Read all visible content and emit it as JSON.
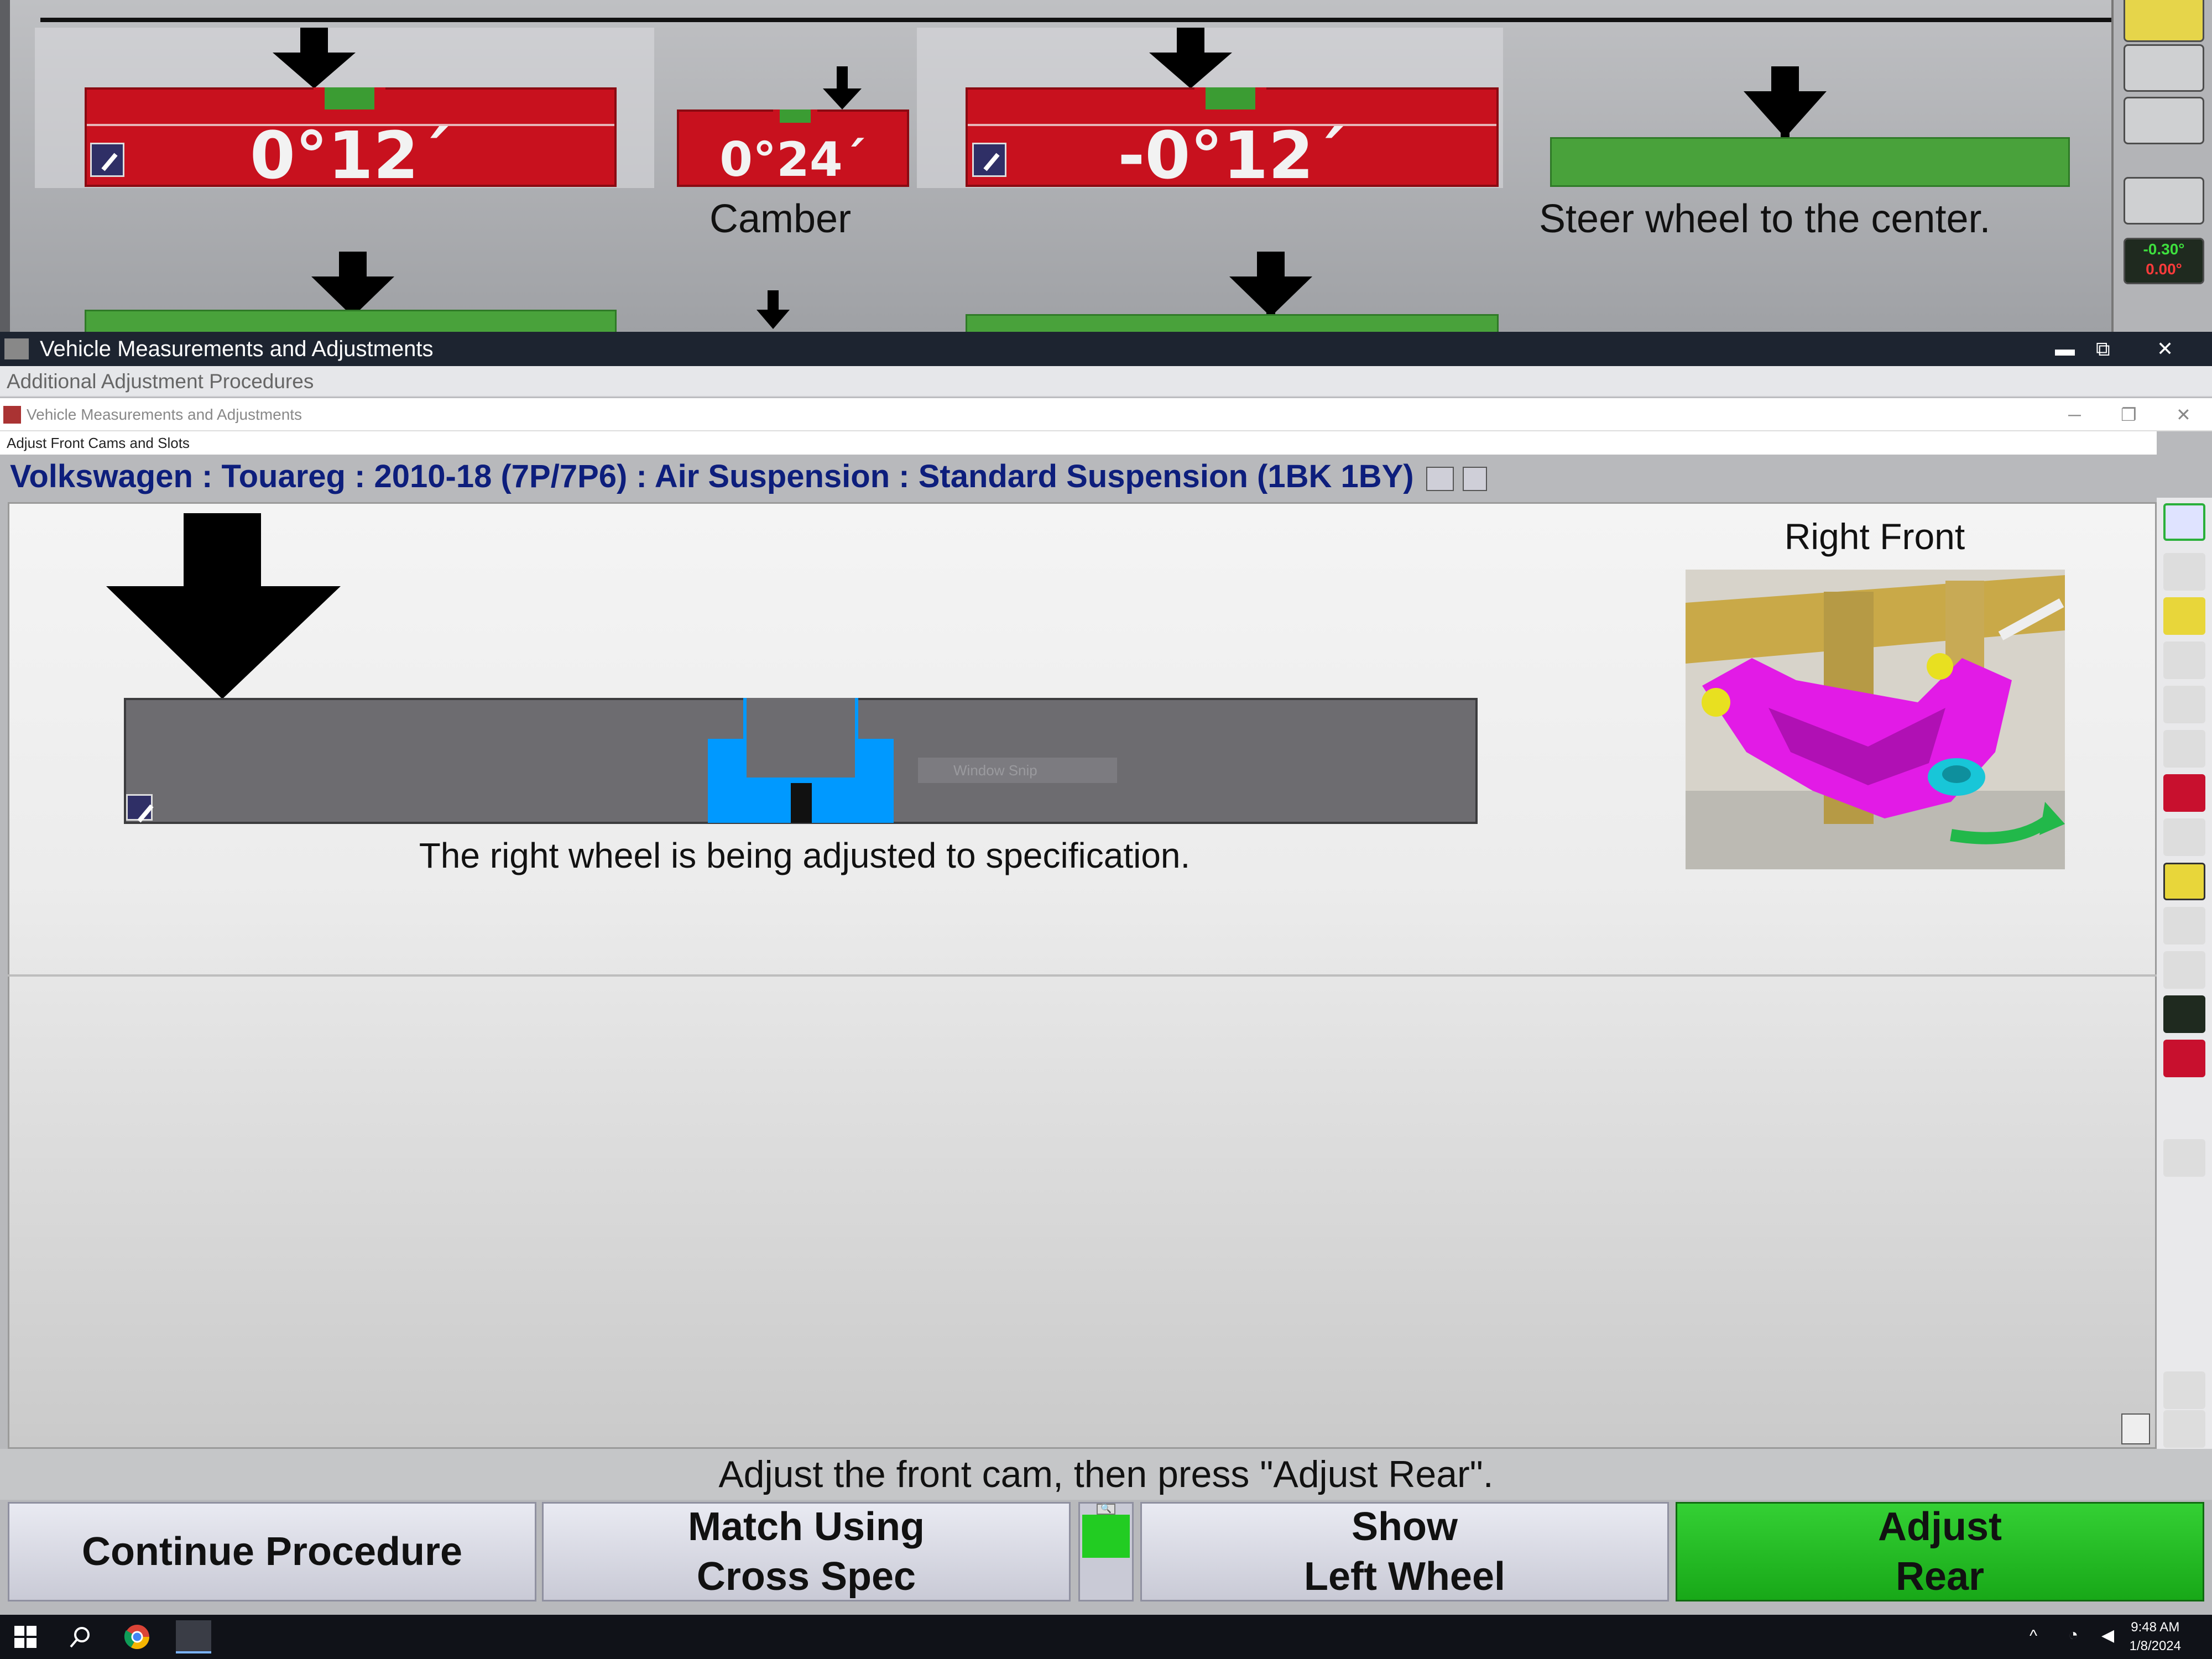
{
  "background_app": {
    "readings": {
      "left": "0°12´",
      "center": "0°24´",
      "right": "-0°12´"
    },
    "labels": {
      "camber": "Camber",
      "steer": "Steer wheel to the center."
    },
    "toolbar_readout": {
      "top": "-0.30°",
      "bottom": "0.00°"
    }
  },
  "outer_window": {
    "title": "Vehicle Measurements and Adjustments",
    "menu": "Additional Adjustment Procedures",
    "controls": {
      "minimize": "▬",
      "restore": "⧉",
      "close": "✕"
    }
  },
  "inner_window": {
    "title": "Vehicle Measurements and Adjustments",
    "subtitle": "Adjust Front Cams and Slots",
    "controls": {
      "minimize": "─",
      "restore": "❐",
      "close": "✕"
    }
  },
  "vehicle": "Volkswagen : Touareg : 2010-18 (7P/7P6) : Air Suspension : Standard Suspension (1BK 1BY)",
  "main": {
    "status_text": "The right wheel is being adjusted to specification.",
    "snip_overlay": "Window Snip",
    "image_label": "Right Front",
    "bar_fill_level": 0.5
  },
  "instruction": "Adjust the front cam, then press \"Adjust Rear\".",
  "buttons": {
    "continue": "Continue Procedure",
    "match": "Match Using\nCross Spec",
    "show_left": "Show\nLeft Wheel",
    "adjust_rear": "Adjust\nRear"
  },
  "taskbar": {
    "time": "9:48 AM",
    "date": "1/8/2024"
  },
  "colors": {
    "in_spec": "#3b9c33",
    "out_of_spec": "#c8111e",
    "indicator": "#0099ff",
    "adjust_button": "#22bb22",
    "title_text": "#0d1e7c"
  }
}
